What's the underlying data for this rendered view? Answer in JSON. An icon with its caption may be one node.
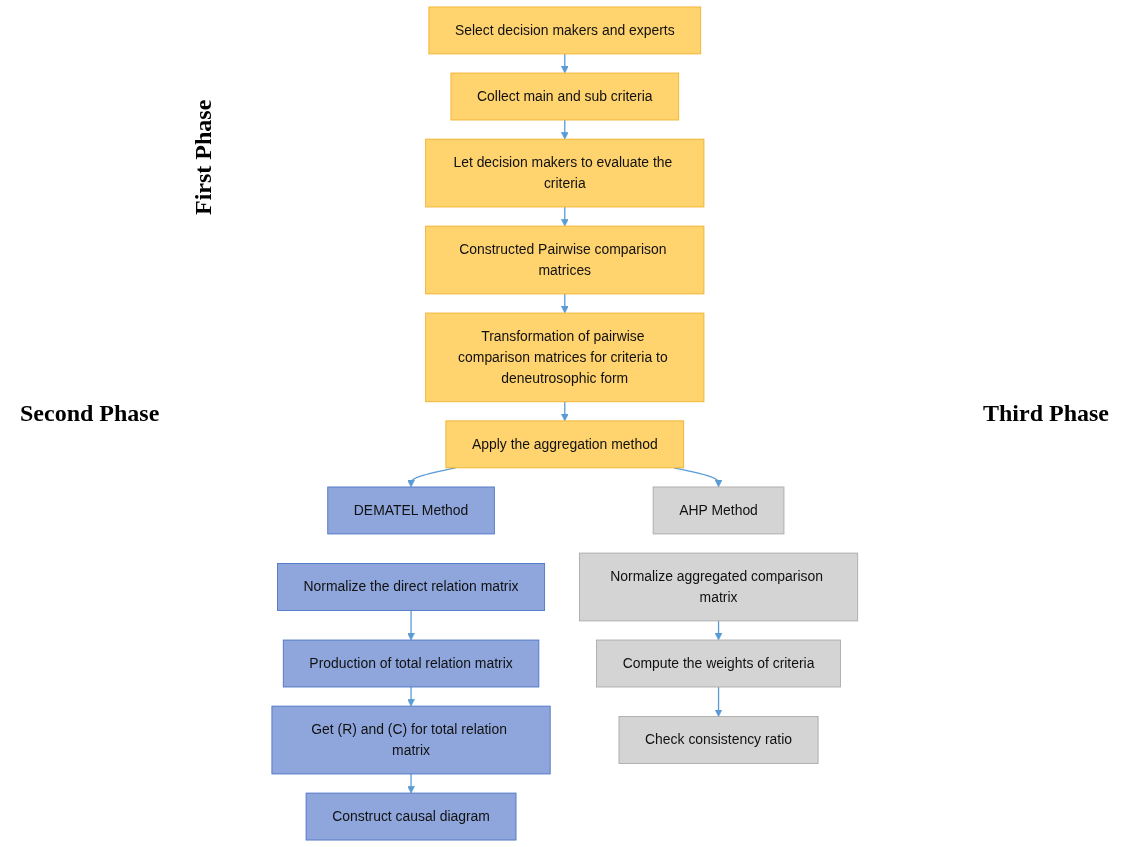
{
  "diagram": {
    "nodes": [
      {
        "text": [
          "Select decision makers and experts"
        ]
      },
      {
        "text": [
          "Collect main and sub criteria"
        ]
      },
      {
        "text": [
          "Let decision makers to evaluate the criteria"
        ]
      },
      {
        "text": [
          "Constructed Pairwise comparison matrices"
        ]
      },
      {
        "text": [
          "Transformation of pairwise comparison matrices for criteria to deneutrosophic form"
        ]
      },
      {
        "text": [
          "Apply the aggregation method"
        ]
      },
      {
        "text": [
          "DEMATEL Method"
        ]
      },
      {
        "text": [
          "Normalize the direct relation matrix"
        ]
      },
      {
        "text": [
          "Production of total relation matrix"
        ]
      },
      {
        "text": [
          "Get (R) and (C) for total relation matrix"
        ]
      },
      {
        "text": [
          "Construct causal diagram"
        ]
      },
      {
        "text": [
          "AHP Method"
        ]
      },
      {
        "text": [
          "Normalize aggregated comparison matrix"
        ]
      },
      {
        "text": [
          "Compute the weights of criteria"
        ]
      },
      {
        "text": [
          "Check consistency  ratio"
        ]
      }
    ],
    "edges": [
      {
        "from": 0,
        "to": 1,
        "arrow": "to"
      },
      {
        "from": 1,
        "to": 2,
        "arrow": "to"
      },
      {
        "from": 2,
        "to": 3,
        "arrow": "to"
      },
      {
        "from": 3,
        "to": 4,
        "arrow": "to"
      },
      {
        "from": 4,
        "to": 5,
        "arrow": "to"
      },
      {
        "from": 5,
        "to": 6,
        "arrow": "to"
      },
      {
        "from": 5,
        "to": 11,
        "arrow": "to"
      },
      {
        "from": 7,
        "to": 8,
        "arrow": "to"
      },
      {
        "from": 8,
        "to": 9,
        "arrow": "to"
      },
      {
        "from": 9,
        "to": 10,
        "arrow": "to"
      },
      {
        "from": 12,
        "to": 13,
        "arrow": "to"
      },
      {
        "from": 13,
        "to": 14,
        "arrow": "to"
      }
    ],
    "labels": [
      "First Phase",
      "Second Phase",
      "Third Phase"
    ]
  }
}
